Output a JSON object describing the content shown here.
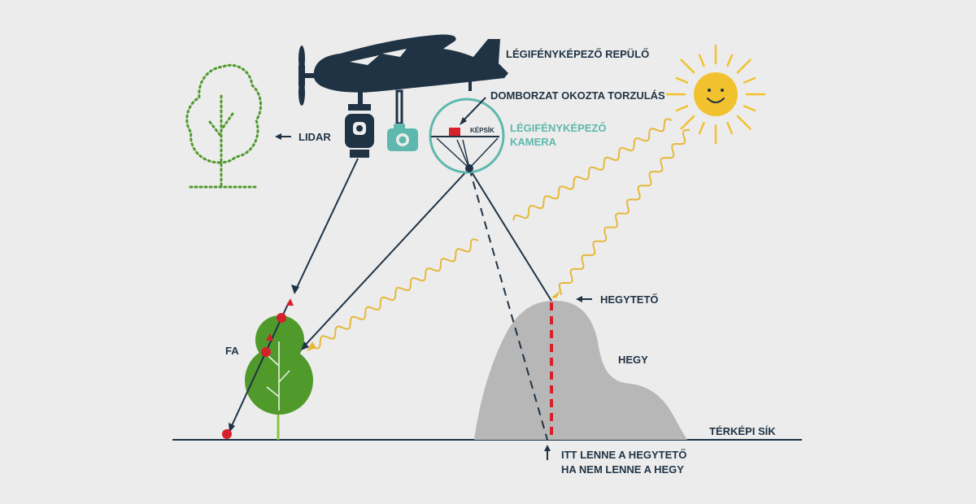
{
  "labels": {
    "plane": "LÉGIFÉNYKÉPEZŐ REPÜLŐ",
    "distortion": "DOMBORZAT OKOZTA TORZULÁS",
    "image_plane": "KÉPSÍK",
    "camera_line1": "LÉGIFÉNYKÉPEZŐ",
    "camera_line2": "KAMERA",
    "lidar": "LIDAR",
    "tree": "FA",
    "peak": "HEGYTETŐ",
    "mountain": "HEGY",
    "map_plane": "TÉRKÉPI SÍK",
    "would_be_line1": "ITT LENNE A HEGYTETŐ",
    "would_be_line2": "HA NEM LENNE A HEGY"
  },
  "colors": {
    "background": "#ececec",
    "navy": "#1f3345",
    "teal": "#5fb8ad",
    "green": "#4f9a2b",
    "green_dark": "#3f8722",
    "sun": "#f2c12e",
    "ray": "#e6b83a",
    "red": "#d6202a",
    "mountain": "#b7b7b7"
  }
}
